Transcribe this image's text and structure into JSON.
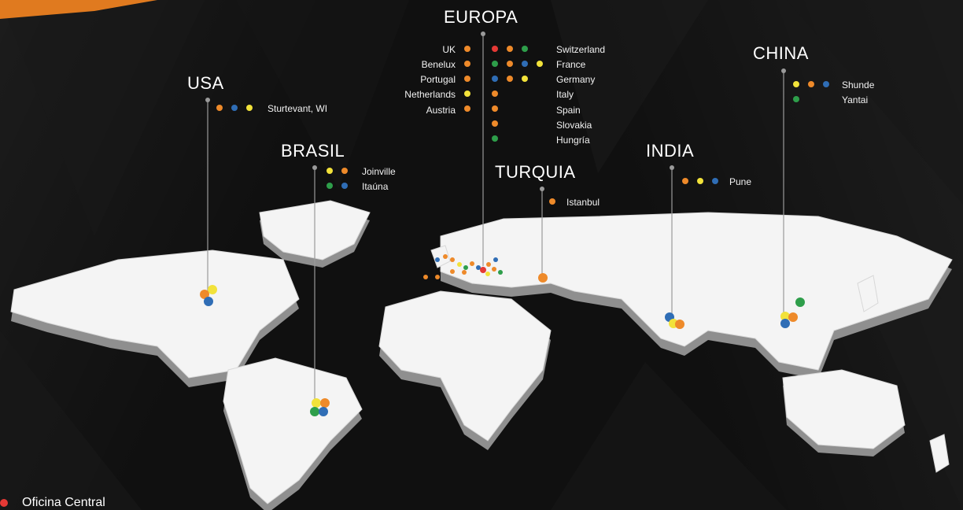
{
  "colors": {
    "red": "#e53935",
    "orange": "#ee8a2a",
    "yellow": "#f2e23a",
    "blue": "#2f6db5",
    "green": "#2e9e4a",
    "land": "#f4f4f4",
    "land_side": "#9a9a9a",
    "background": "#101010"
  },
  "regions": {
    "usa": "USA",
    "brasil": "BRASIL",
    "europa": "EUROPA",
    "turquia": "TURQUIA",
    "india": "INDIA",
    "china": "CHINA"
  },
  "sites": {
    "usa": [
      {
        "name": "Sturtevant, WI",
        "dots": [
          "orange",
          "blue",
          "yellow"
        ]
      }
    ],
    "brasil": [
      {
        "name": "Joinville",
        "dots": [
          "yellow",
          "orange"
        ]
      },
      {
        "name": "Itaúna",
        "dots": [
          "green",
          "blue"
        ]
      }
    ],
    "europa_left": [
      {
        "name": "UK",
        "dots": [
          "orange"
        ]
      },
      {
        "name": "Benelux",
        "dots": [
          "orange"
        ]
      },
      {
        "name": "Portugal",
        "dots": [
          "orange"
        ]
      },
      {
        "name": "Netherlands",
        "dots": [
          "yellow"
        ]
      },
      {
        "name": "Austria",
        "dots": [
          "orange"
        ]
      }
    ],
    "europa_right": [
      {
        "name": "Switzerland",
        "dots": [
          "red",
          "orange",
          "green"
        ]
      },
      {
        "name": "France",
        "dots": [
          "green",
          "orange",
          "blue",
          "yellow"
        ]
      },
      {
        "name": "Germany",
        "dots": [
          "blue",
          "orange",
          "yellow"
        ]
      },
      {
        "name": "Italy",
        "dots": [
          "orange"
        ]
      },
      {
        "name": "Spain",
        "dots": [
          "orange"
        ]
      },
      {
        "name": "Slovakia",
        "dots": [
          "orange"
        ]
      },
      {
        "name": "Hungría",
        "dots": [
          "green"
        ]
      }
    ],
    "turquia": [
      {
        "name": "Istanbul",
        "dots": [
          "orange"
        ]
      }
    ],
    "india": [
      {
        "name": "Pune",
        "dots": [
          "orange",
          "yellow",
          "blue"
        ]
      }
    ],
    "china": [
      {
        "name": "Shunde",
        "dots": [
          "yellow",
          "orange",
          "blue"
        ]
      },
      {
        "name": "Yantai",
        "dots": [
          "green"
        ]
      }
    ]
  },
  "legend": {
    "label": "Oficina Central",
    "color": "red"
  }
}
